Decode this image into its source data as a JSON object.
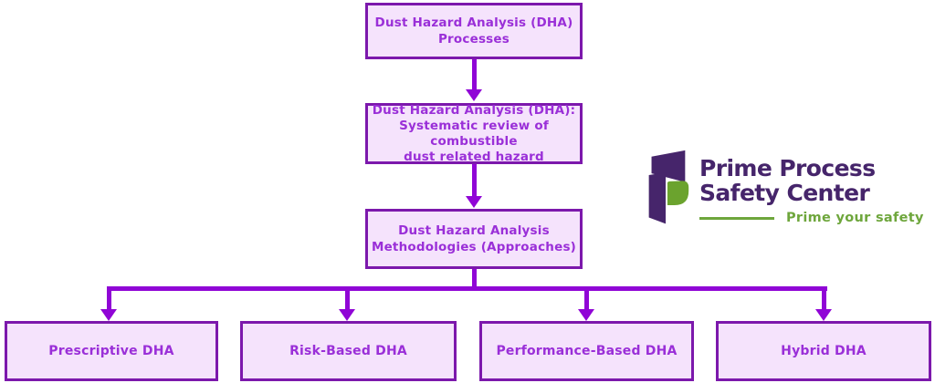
{
  "colors": {
    "node_fill": "#F5E3FC",
    "node_border": "#7C18AC",
    "node_text": "#9A2FD8",
    "connector": "#9005D6",
    "logo_purple": "#46256B",
    "logo_green": "#6EA63C"
  },
  "flowchart": {
    "nodes": [
      {
        "id": "processes",
        "text": "Dust Hazard Analysis (DHA)\nProcesses"
      },
      {
        "id": "definition",
        "text": "Dust Hazard Analysis (DHA):\nSystematic review of combustible\ndust related hazard"
      },
      {
        "id": "methodologies",
        "text": "Dust Hazard Analysis\nMethodologies (Approaches)"
      },
      {
        "id": "prescriptive",
        "text": "Prescriptive DHA"
      },
      {
        "id": "risk_based",
        "text": "Risk-Based DHA"
      },
      {
        "id": "performance_based",
        "text": "Performance-Based DHA"
      },
      {
        "id": "hybrid",
        "text": "Hybrid DHA"
      }
    ]
  },
  "logo": {
    "name_line1": "Prime Process",
    "name_line2": "Safety Center",
    "tagline": "Prime your safety"
  }
}
